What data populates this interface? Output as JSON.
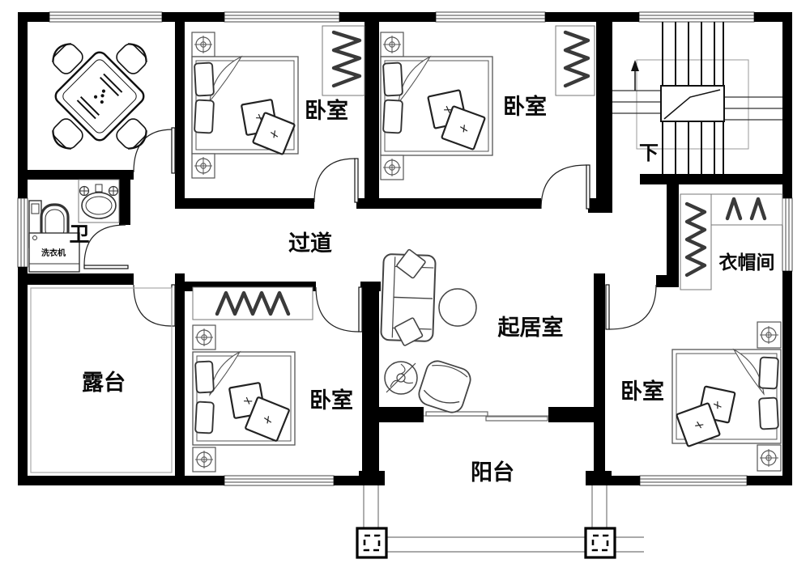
{
  "rooms": {
    "bedroom_nw": {
      "label": "卧室"
    },
    "bedroom_ne": {
      "label": "卧室"
    },
    "bedroom_sw": {
      "label": "卧室"
    },
    "bedroom_se": {
      "label": "卧室"
    },
    "corridor": {
      "label": "过道"
    },
    "bathroom": {
      "label": "卫"
    },
    "terrace": {
      "label": "露台"
    },
    "living_room": {
      "label": "起居室"
    },
    "balcony": {
      "label": "阳台"
    },
    "cloakroom": {
      "label": "衣帽间"
    }
  },
  "stairs": {
    "direction_label": "下"
  },
  "appliances": {
    "washing_machine_label": "洗衣机"
  },
  "colors": {
    "wall": "#000000",
    "furniture_line": "#555555",
    "hanger_zigzag": "#3a3a3a",
    "background": "#ffffff"
  }
}
